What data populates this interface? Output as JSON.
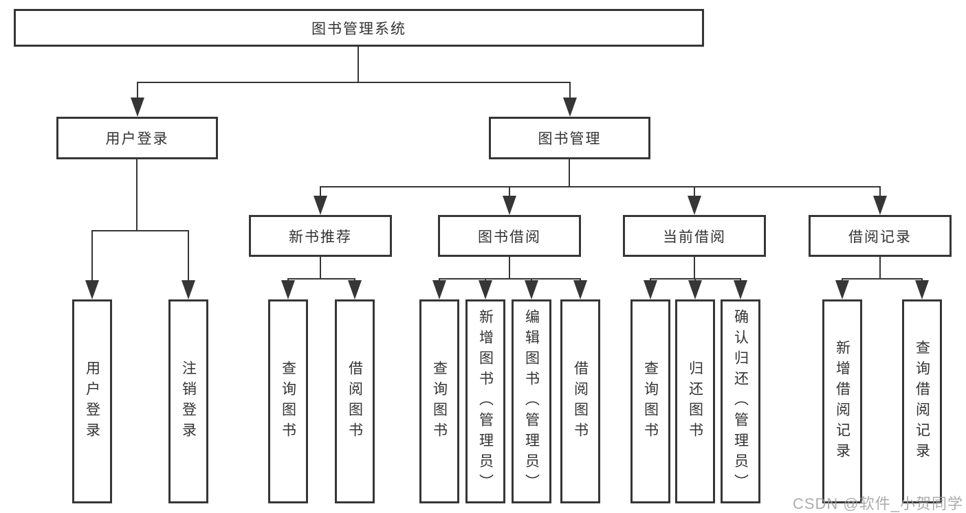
{
  "tree": {
    "root": {
      "label": "图书管理系统"
    },
    "branches": [
      {
        "label": "用户登录",
        "children": [
          {
            "label": "用户登录"
          },
          {
            "label": "注销登录"
          }
        ]
      },
      {
        "label": "图书管理",
        "children": [
          {
            "label": "新书推荐",
            "children": [
              {
                "label": "查询图书"
              },
              {
                "label": "借阅图书"
              }
            ]
          },
          {
            "label": "图书借阅",
            "children": [
              {
                "label": "查询图书"
              },
              {
                "label": "新增图书（管理员）"
              },
              {
                "label": "编辑图书（管理员）"
              },
              {
                "label": "借阅图书"
              }
            ]
          },
          {
            "label": "当前借阅",
            "children": [
              {
                "label": "查询图书"
              },
              {
                "label": "归还图书"
              },
              {
                "label": "确认归还（管理员）"
              }
            ]
          },
          {
            "label": "借阅记录",
            "children": [
              {
                "label": "新增借阅记录"
              },
              {
                "label": "查询借阅记录"
              }
            ]
          }
        ]
      }
    ]
  },
  "watermark": {
    "text": "CSDN @软件_小贺同学"
  },
  "colors": {
    "line": "#363636",
    "text": "#333333",
    "box_background": "#ffffff",
    "watermark": "#9e9e9e",
    "background": "#ffffff"
  }
}
